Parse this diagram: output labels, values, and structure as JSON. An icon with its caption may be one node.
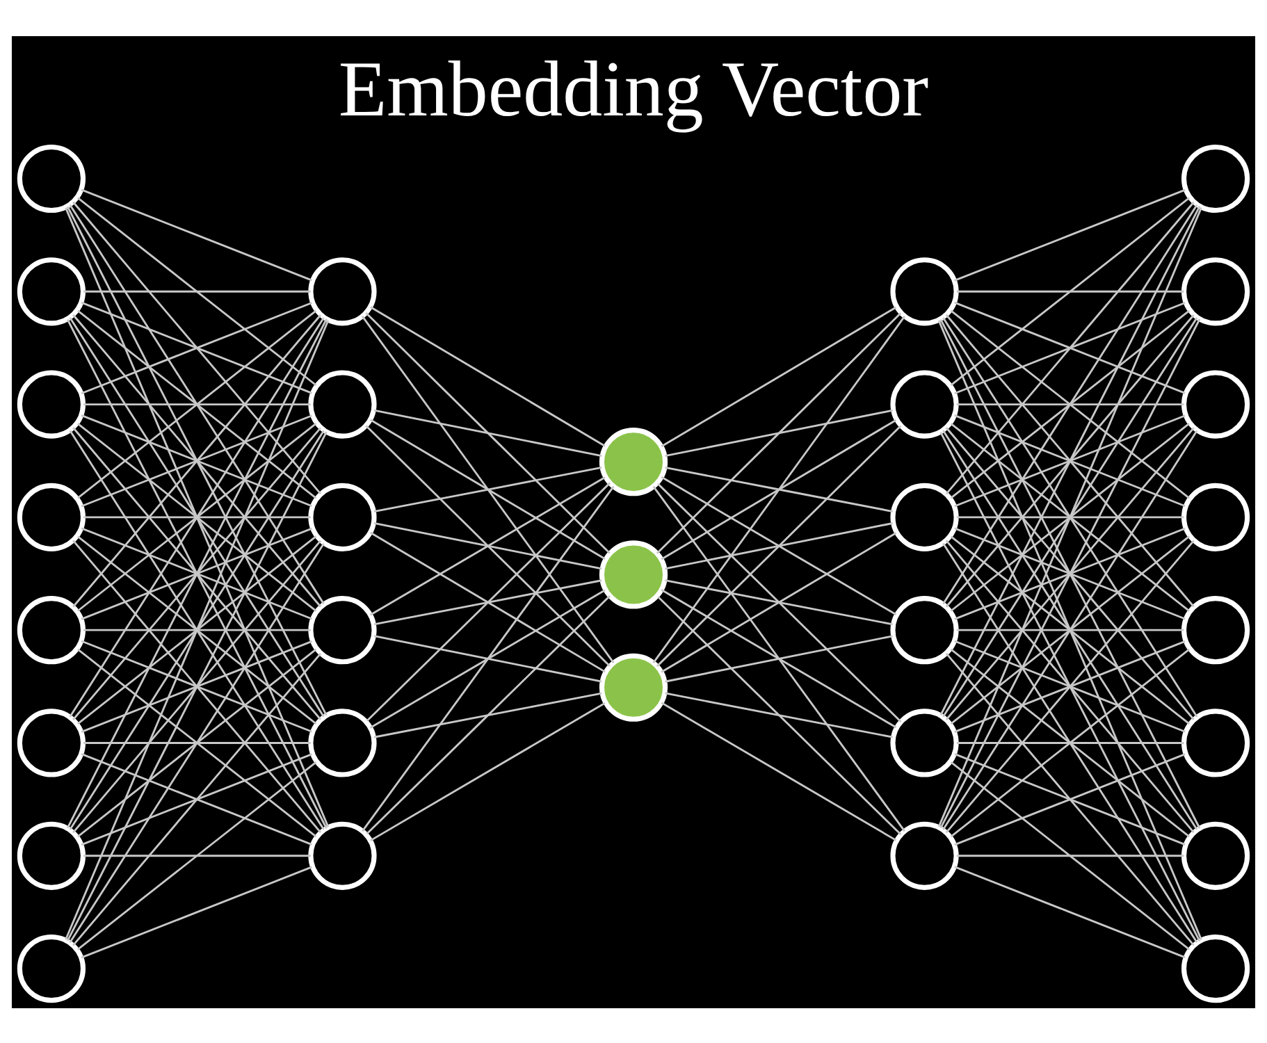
{
  "diagram": {
    "title": "Embedding Vector",
    "nodes": [
      {
        "text": [],
        "shape": "circle"
      },
      {
        "text": [],
        "shape": "circle"
      },
      {
        "text": [],
        "shape": "circle"
      },
      {
        "text": [],
        "shape": "circle"
      },
      {
        "text": [],
        "shape": "circle"
      },
      {
        "text": [],
        "shape": "circle"
      },
      {
        "text": [],
        "shape": "circle"
      },
      {
        "text": [],
        "shape": "circle"
      },
      {
        "text": [],
        "shape": "circle"
      },
      {
        "text": [],
        "shape": "circle"
      },
      {
        "text": [],
        "shape": "circle"
      },
      {
        "text": [],
        "shape": "circle"
      },
      {
        "text": [],
        "shape": "circle"
      },
      {
        "text": [],
        "shape": "circle"
      },
      {
        "text": [],
        "shape": "circle"
      },
      {
        "text": [],
        "shape": "circle"
      },
      {
        "text": [],
        "shape": "circle"
      },
      {
        "text": [],
        "shape": "circle"
      },
      {
        "text": [],
        "shape": "circle"
      },
      {
        "text": [],
        "shape": "circle"
      },
      {
        "text": [],
        "shape": "circle"
      },
      {
        "text": [],
        "shape": "circle"
      },
      {
        "text": [],
        "shape": "circle"
      },
      {
        "text": [],
        "shape": "circle"
      },
      {
        "text": [],
        "shape": "circle"
      },
      {
        "text": [],
        "shape": "circle"
      },
      {
        "text": [],
        "shape": "circle"
      },
      {
        "text": [],
        "shape": "circle"
      },
      {
        "text": [],
        "shape": "circle"
      },
      {
        "text": [],
        "shape": "circle"
      },
      {
        "text": [],
        "shape": "circle"
      }
    ],
    "edges": [
      {
        "from": 0,
        "to": 8,
        "arrow": "none"
      },
      {
        "from": 0,
        "to": 9,
        "arrow": "none"
      },
      {
        "from": 0,
        "to": 10,
        "arrow": "none"
      },
      {
        "from": 0,
        "to": 11,
        "arrow": "none"
      },
      {
        "from": 0,
        "to": 12,
        "arrow": "none"
      },
      {
        "from": 0,
        "to": 13,
        "arrow": "none"
      },
      {
        "from": 1,
        "to": 8,
        "arrow": "none"
      },
      {
        "from": 1,
        "to": 9,
        "arrow": "none"
      },
      {
        "from": 1,
        "to": 10,
        "arrow": "none"
      },
      {
        "from": 1,
        "to": 11,
        "arrow": "none"
      },
      {
        "from": 1,
        "to": 12,
        "arrow": "none"
      },
      {
        "from": 1,
        "to": 13,
        "arrow": "none"
      },
      {
        "from": 2,
        "to": 8,
        "arrow": "none"
      },
      {
        "from": 2,
        "to": 9,
        "arrow": "none"
      },
      {
        "from": 2,
        "to": 10,
        "arrow": "none"
      },
      {
        "from": 2,
        "to": 11,
        "arrow": "none"
      },
      {
        "from": 2,
        "to": 12,
        "arrow": "none"
      },
      {
        "from": 2,
        "to": 13,
        "arrow": "none"
      },
      {
        "from": 3,
        "to": 8,
        "arrow": "none"
      },
      {
        "from": 3,
        "to": 9,
        "arrow": "none"
      },
      {
        "from": 3,
        "to": 10,
        "arrow": "none"
      },
      {
        "from": 3,
        "to": 11,
        "arrow": "none"
      },
      {
        "from": 3,
        "to": 12,
        "arrow": "none"
      },
      {
        "from": 3,
        "to": 13,
        "arrow": "none"
      },
      {
        "from": 4,
        "to": 8,
        "arrow": "none"
      },
      {
        "from": 4,
        "to": 9,
        "arrow": "none"
      },
      {
        "from": 4,
        "to": 10,
        "arrow": "none"
      },
      {
        "from": 4,
        "to": 11,
        "arrow": "none"
      },
      {
        "from": 4,
        "to": 12,
        "arrow": "none"
      },
      {
        "from": 4,
        "to": 13,
        "arrow": "none"
      },
      {
        "from": 5,
        "to": 8,
        "arrow": "none"
      },
      {
        "from": 5,
        "to": 9,
        "arrow": "none"
      },
      {
        "from": 5,
        "to": 10,
        "arrow": "none"
      },
      {
        "from": 5,
        "to": 11,
        "arrow": "none"
      },
      {
        "from": 5,
        "to": 12,
        "arrow": "none"
      },
      {
        "from": 5,
        "to": 13,
        "arrow": "none"
      },
      {
        "from": 6,
        "to": 8,
        "arrow": "none"
      },
      {
        "from": 6,
        "to": 9,
        "arrow": "none"
      },
      {
        "from": 6,
        "to": 10,
        "arrow": "none"
      },
      {
        "from": 6,
        "to": 11,
        "arrow": "none"
      },
      {
        "from": 6,
        "to": 12,
        "arrow": "none"
      },
      {
        "from": 6,
        "to": 13,
        "arrow": "none"
      },
      {
        "from": 7,
        "to": 8,
        "arrow": "none"
      },
      {
        "from": 7,
        "to": 9,
        "arrow": "none"
      },
      {
        "from": 7,
        "to": 10,
        "arrow": "none"
      },
      {
        "from": 7,
        "to": 11,
        "arrow": "none"
      },
      {
        "from": 7,
        "to": 12,
        "arrow": "none"
      },
      {
        "from": 7,
        "to": 13,
        "arrow": "none"
      },
      {
        "from": 8,
        "to": 14,
        "arrow": "none"
      },
      {
        "from": 8,
        "to": 15,
        "arrow": "none"
      },
      {
        "from": 8,
        "to": 16,
        "arrow": "none"
      },
      {
        "from": 9,
        "to": 14,
        "arrow": "none"
      },
      {
        "from": 9,
        "to": 15,
        "arrow": "none"
      },
      {
        "from": 9,
        "to": 16,
        "arrow": "none"
      },
      {
        "from": 10,
        "to": 14,
        "arrow": "none"
      },
      {
        "from": 10,
        "to": 15,
        "arrow": "none"
      },
      {
        "from": 10,
        "to": 16,
        "arrow": "none"
      },
      {
        "from": 11,
        "to": 14,
        "arrow": "none"
      },
      {
        "from": 11,
        "to": 15,
        "arrow": "none"
      },
      {
        "from": 11,
        "to": 16,
        "arrow": "none"
      },
      {
        "from": 12,
        "to": 14,
        "arrow": "none"
      },
      {
        "from": 12,
        "to": 15,
        "arrow": "none"
      },
      {
        "from": 12,
        "to": 16,
        "arrow": "none"
      },
      {
        "from": 13,
        "to": 14,
        "arrow": "none"
      },
      {
        "from": 13,
        "to": 15,
        "arrow": "none"
      },
      {
        "from": 13,
        "to": 16,
        "arrow": "none"
      },
      {
        "from": 14,
        "to": 17,
        "arrow": "none"
      },
      {
        "from": 14,
        "to": 18,
        "arrow": "none"
      },
      {
        "from": 14,
        "to": 19,
        "arrow": "none"
      },
      {
        "from": 14,
        "to": 20,
        "arrow": "none"
      },
      {
        "from": 14,
        "to": 21,
        "arrow": "none"
      },
      {
        "from": 14,
        "to": 22,
        "arrow": "none"
      },
      {
        "from": 15,
        "to": 17,
        "arrow": "none"
      },
      {
        "from": 15,
        "to": 18,
        "arrow": "none"
      },
      {
        "from": 15,
        "to": 19,
        "arrow": "none"
      },
      {
        "from": 15,
        "to": 20,
        "arrow": "none"
      },
      {
        "from": 15,
        "to": 21,
        "arrow": "none"
      },
      {
        "from": 15,
        "to": 22,
        "arrow": "none"
      },
      {
        "from": 16,
        "to": 17,
        "arrow": "none"
      },
      {
        "from": 16,
        "to": 18,
        "arrow": "none"
      },
      {
        "from": 16,
        "to": 19,
        "arrow": "none"
      },
      {
        "from": 16,
        "to": 20,
        "arrow": "none"
      },
      {
        "from": 16,
        "to": 21,
        "arrow": "none"
      },
      {
        "from": 16,
        "to": 22,
        "arrow": "none"
      },
      {
        "from": 17,
        "to": 23,
        "arrow": "none"
      },
      {
        "from": 17,
        "to": 24,
        "arrow": "none"
      },
      {
        "from": 17,
        "to": 25,
        "arrow": "none"
      },
      {
        "from": 17,
        "to": 26,
        "arrow": "none"
      },
      {
        "from": 17,
        "to": 27,
        "arrow": "none"
      },
      {
        "from": 17,
        "to": 28,
        "arrow": "none"
      },
      {
        "from": 17,
        "to": 29,
        "arrow": "none"
      },
      {
        "from": 17,
        "to": 30,
        "arrow": "none"
      },
      {
        "from": 18,
        "to": 23,
        "arrow": "none"
      },
      {
        "from": 18,
        "to": 24,
        "arrow": "none"
      },
      {
        "from": 18,
        "to": 25,
        "arrow": "none"
      },
      {
        "from": 18,
        "to": 26,
        "arrow": "none"
      },
      {
        "from": 18,
        "to": 27,
        "arrow": "none"
      },
      {
        "from": 18,
        "to": 28,
        "arrow": "none"
      },
      {
        "from": 18,
        "to": 29,
        "arrow": "none"
      },
      {
        "from": 18,
        "to": 30,
        "arrow": "none"
      },
      {
        "from": 19,
        "to": 23,
        "arrow": "none"
      },
      {
        "from": 19,
        "to": 24,
        "arrow": "none"
      },
      {
        "from": 19,
        "to": 25,
        "arrow": "none"
      },
      {
        "from": 19,
        "to": 26,
        "arrow": "none"
      },
      {
        "from": 19,
        "to": 27,
        "arrow": "none"
      },
      {
        "from": 19,
        "to": 28,
        "arrow": "none"
      },
      {
        "from": 19,
        "to": 29,
        "arrow": "none"
      },
      {
        "from": 19,
        "to": 30,
        "arrow": "none"
      },
      {
        "from": 20,
        "to": 23,
        "arrow": "none"
      },
      {
        "from": 20,
        "to": 24,
        "arrow": "none"
      },
      {
        "from": 20,
        "to": 25,
        "arrow": "none"
      },
      {
        "from": 20,
        "to": 26,
        "arrow": "none"
      },
      {
        "from": 20,
        "to": 27,
        "arrow": "none"
      },
      {
        "from": 20,
        "to": 28,
        "arrow": "none"
      },
      {
        "from": 20,
        "to": 29,
        "arrow": "none"
      },
      {
        "from": 20,
        "to": 30,
        "arrow": "none"
      },
      {
        "from": 21,
        "to": 23,
        "arrow": "none"
      },
      {
        "from": 21,
        "to": 24,
        "arrow": "none"
      },
      {
        "from": 21,
        "to": 25,
        "arrow": "none"
      },
      {
        "from": 21,
        "to": 26,
        "arrow": "none"
      },
      {
        "from": 21,
        "to": 27,
        "arrow": "none"
      },
      {
        "from": 21,
        "to": 28,
        "arrow": "none"
      },
      {
        "from": 21,
        "to": 29,
        "arrow": "none"
      },
      {
        "from": 21,
        "to": 30,
        "arrow": "none"
      },
      {
        "from": 22,
        "to": 23,
        "arrow": "none"
      },
      {
        "from": 22,
        "to": 24,
        "arrow": "none"
      },
      {
        "from": 22,
        "to": 25,
        "arrow": "none"
      },
      {
        "from": 22,
        "to": 26,
        "arrow": "none"
      },
      {
        "from": 22,
        "to": 27,
        "arrow": "none"
      },
      {
        "from": 22,
        "to": 28,
        "arrow": "none"
      },
      {
        "from": 22,
        "to": 29,
        "arrow": "none"
      },
      {
        "from": 22,
        "to": 30,
        "arrow": "none"
      }
    ]
  }
}
